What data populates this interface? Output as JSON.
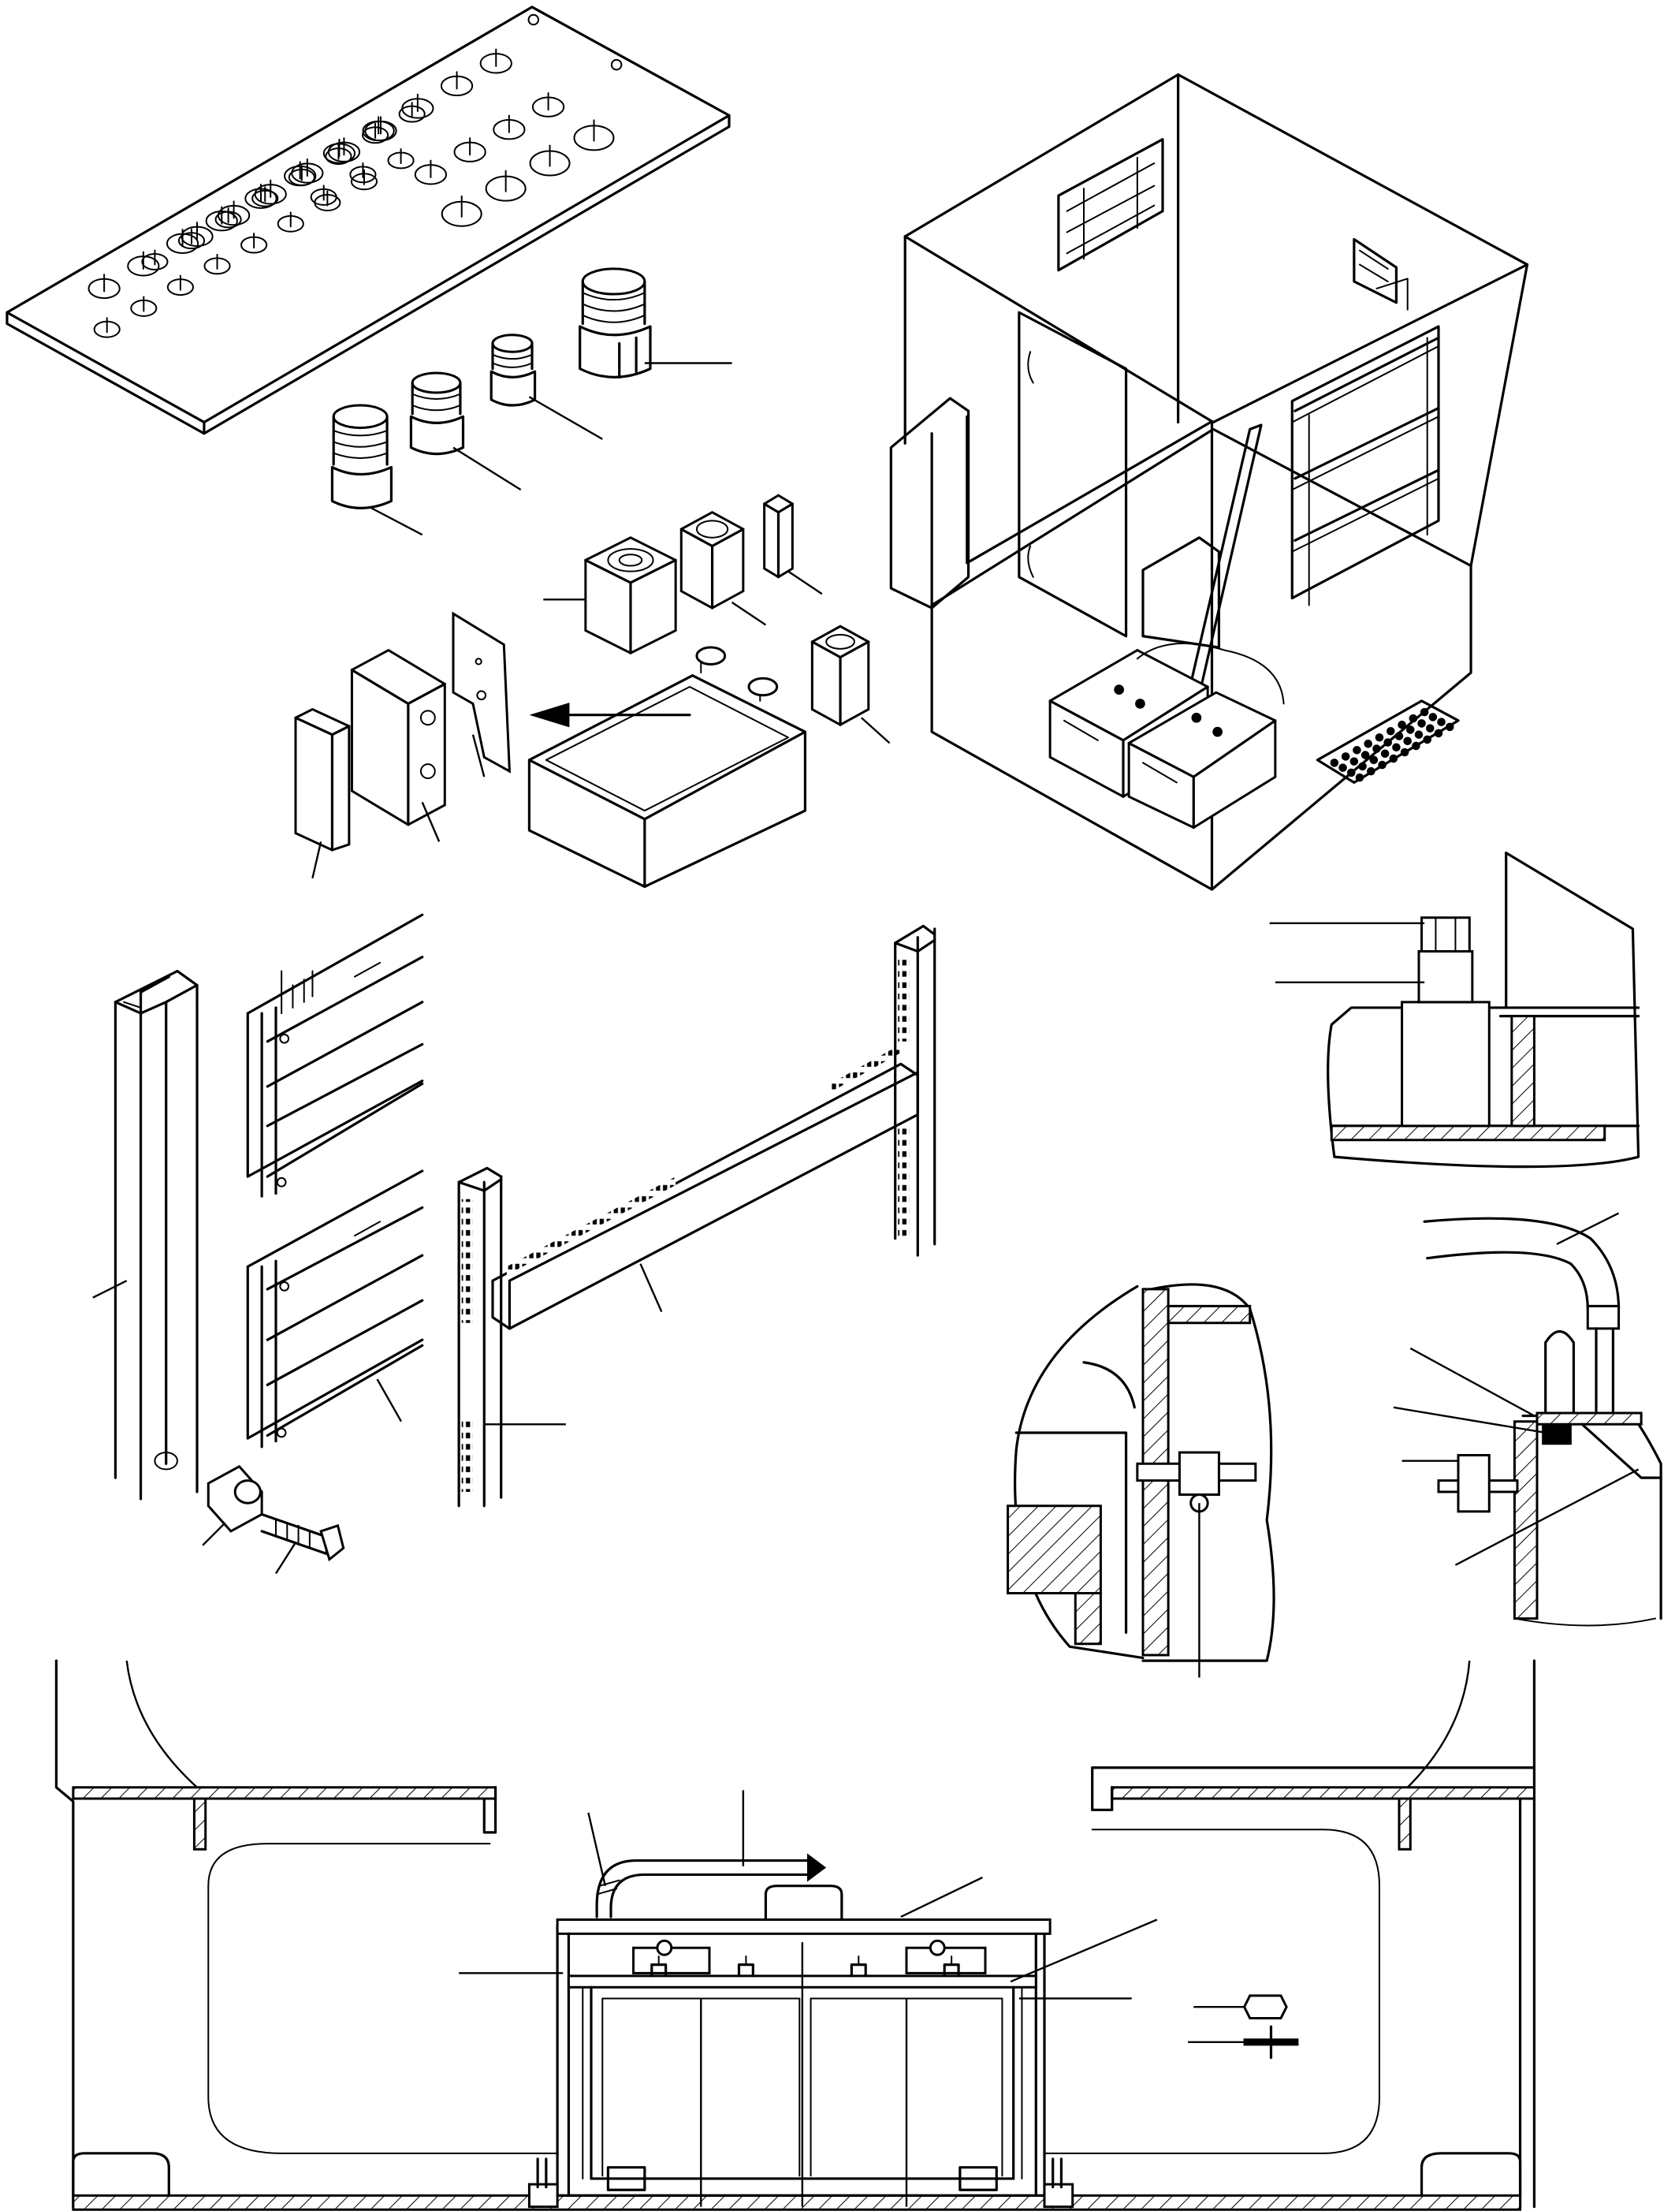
{
  "drawing": {
    "views": [
      "cable-gland-plate",
      "cable-glands",
      "battery-cabinet",
      "battery-mounting-parts",
      "rack-frame",
      "anchor-detail",
      "clamp-detail",
      "cable-entry-detail",
      "battery-installation-section"
    ],
    "has_text": false
  },
  "colors": {
    "line": "#000000",
    "paper": "#ffffff"
  }
}
